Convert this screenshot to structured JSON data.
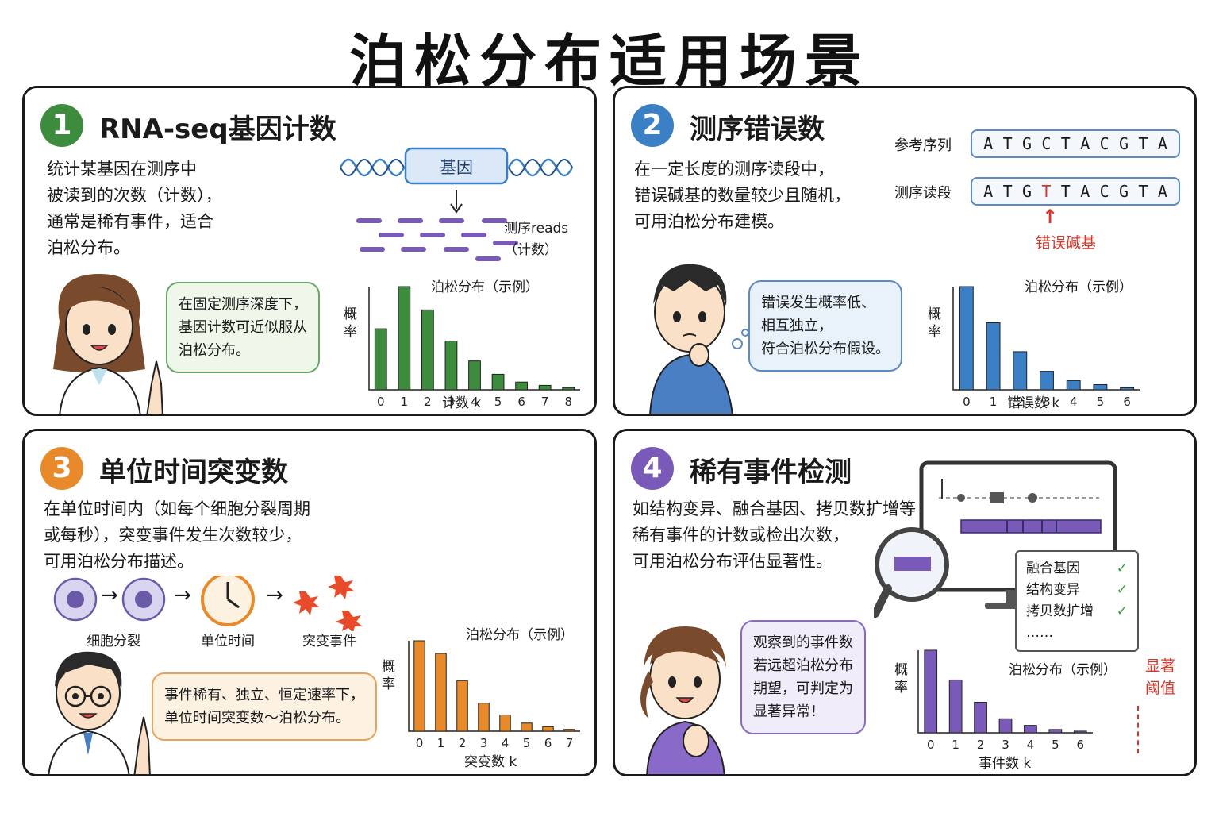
{
  "title": "泊松分布适用场景",
  "colors": {
    "green": "#3d8b3d",
    "blue": "#3b7fc4",
    "orange": "#e8892a",
    "purple": "#7a5ab8",
    "red": "#d9362b"
  },
  "p1": {
    "num": "1",
    "title": "RNA-seq基因计数",
    "desc": [
      "统计某基因在测序中",
      "被读到的次数（计数），",
      "通常是稀有事件，适合",
      "泊松分布。"
    ],
    "gene_label": "基因",
    "arrow": "↓",
    "reads_label": [
      "测序reads",
      "（计数）"
    ],
    "bubble": [
      "在固定测序深度下，",
      "基因计数可近似服从",
      "泊松分布。"
    ],
    "chart_title": "泊松分布（示例）",
    "ylabel": [
      "概",
      "率"
    ],
    "xlabel": "计数 k"
  },
  "p2": {
    "num": "2",
    "title": "测序错误数",
    "desc": [
      "在一定长度的测序读段中，",
      "错误碱基的数量较少且随机，",
      "可用泊松分布建模。"
    ],
    "ref_label": "参考序列",
    "read_label": "测序读段",
    "ref_seq": [
      "A",
      "T",
      "G",
      "C",
      "T",
      "A",
      "C",
      "G",
      "T",
      "A"
    ],
    "read_seq": [
      "A",
      "T",
      "G",
      "T",
      "T",
      "A",
      "C",
      "G",
      "T",
      "A"
    ],
    "error_index": 3,
    "error_arrow": "↑",
    "error_label": "错误碱基",
    "bubble": [
      "错误发生概率低、",
      "相互独立，",
      "符合泊松分布假设。"
    ],
    "chart_title": "泊松分布（示例）",
    "ylabel": [
      "概",
      "率"
    ],
    "xlabel": "错误数 k"
  },
  "p3": {
    "num": "3",
    "title": "单位时间突变数",
    "desc": [
      "在单位时间内（如每个细胞分裂周期",
      "或每秒），突变事件发生次数较少，",
      "可用泊松分布描述。"
    ],
    "flow_labels": [
      "细胞分裂",
      "单位时间",
      "突变事件"
    ],
    "flow_arrow": "→",
    "bubble": [
      "事件稀有、独立、恒定速率下，",
      "单位时间突变数～泊松分布。"
    ],
    "chart_title": "泊松分布（示例）",
    "ylabel": [
      "概",
      "率"
    ],
    "xlabel": "突变数 k"
  },
  "p4": {
    "num": "4",
    "title": "稀有事件检测",
    "desc": [
      "如结构变异、融合基因、拷贝数扩增等",
      "稀有事件的计数或检出次数，",
      "可用泊松分布评估显著性。"
    ],
    "checklist": [
      "融合基因",
      "结构变异",
      "拷贝数扩增"
    ],
    "check_mark": "✓",
    "ellipsis": "……",
    "bubble": [
      "观察到的事件数",
      "若远超泊松分布",
      "期望，可判定为",
      "显著异常！"
    ],
    "chart_title": "泊松分布（示例）",
    "threshold_label": [
      "显著",
      "阈值"
    ],
    "ylabel": [
      "概",
      "率"
    ],
    "xlabel": "事件数 k"
  },
  "chart_data": [
    {
      "type": "bar",
      "title": "泊松分布（示例）",
      "xlabel": "计数 k",
      "ylabel": "概率",
      "x": [
        0,
        1,
        2,
        3,
        4,
        5,
        6,
        7,
        8
      ],
      "values": [
        0.55,
        0.93,
        0.72,
        0.44,
        0.26,
        0.14,
        0.07,
        0.04,
        0.02
      ],
      "color": "#3d8b3d"
    },
    {
      "type": "bar",
      "title": "泊松分布（示例）",
      "xlabel": "错误数 k",
      "ylabel": "概率",
      "x": [
        0,
        1,
        2,
        3,
        4,
        5,
        6
      ],
      "values": [
        1.0,
        0.65,
        0.37,
        0.18,
        0.09,
        0.05,
        0.02
      ],
      "color": "#3b7fc4"
    },
    {
      "type": "bar",
      "title": "泊松分布（示例）",
      "xlabel": "突变数 k",
      "ylabel": "概率",
      "x": [
        0,
        1,
        2,
        3,
        4,
        5,
        6,
        7
      ],
      "values": [
        1.0,
        0.86,
        0.56,
        0.31,
        0.18,
        0.09,
        0.05,
        0.02
      ],
      "color": "#e8892a"
    },
    {
      "type": "bar",
      "title": "泊松分布（示例）",
      "xlabel": "事件数 k",
      "ylabel": "概率",
      "x": [
        0,
        1,
        2,
        3,
        4,
        5,
        6
      ],
      "values": [
        1.0,
        0.64,
        0.37,
        0.17,
        0.09,
        0.04,
        0.02
      ],
      "color": "#7a5ab8"
    }
  ]
}
